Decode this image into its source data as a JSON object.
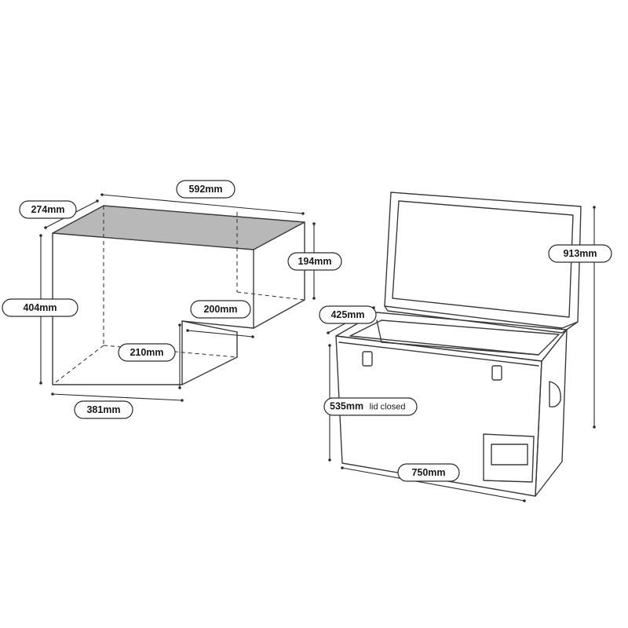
{
  "diagram": {
    "interior": {
      "dimensions": {
        "length": "592mm",
        "depth": "274mm",
        "height": "404mm",
        "step_height": "194mm",
        "step_depth": "200mm",
        "lower_height": "210mm",
        "lower_length": "381mm"
      }
    },
    "exterior": {
      "dimensions": {
        "height_open": "913mm",
        "depth": "425mm",
        "height_closed_value": "535mm",
        "height_closed_note": "lid closed",
        "length": "750mm"
      }
    },
    "colors": {
      "line": "#3a3a3a",
      "lid_fill": "#b8b8b8",
      "label_border": "#2a2a2a"
    }
  }
}
